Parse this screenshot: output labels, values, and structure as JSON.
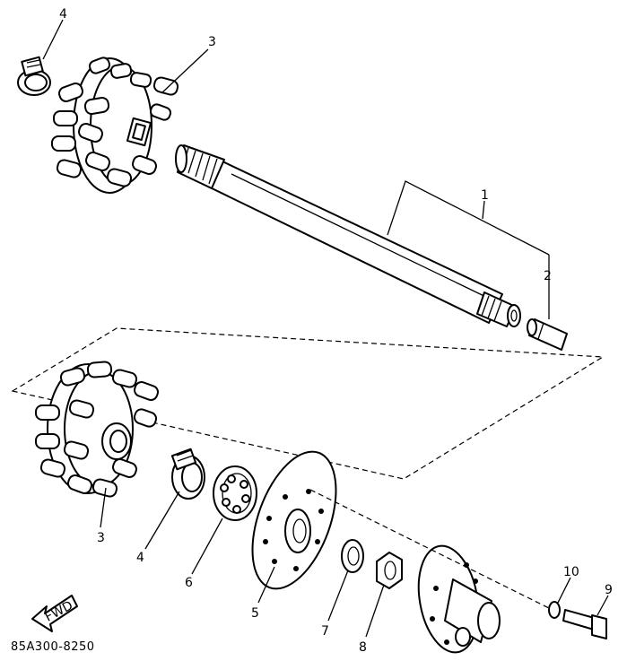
{
  "diagram": {
    "callouts": {
      "c1": "1",
      "c2": "2",
      "c3_top": "3",
      "c3_bottom": "3",
      "c4_top": "4",
      "c4_bottom": "4",
      "c5": "5",
      "c6": "6",
      "c7": "7",
      "c8": "8",
      "c9": "9",
      "c10": "10"
    },
    "direction_arrow": "FWD",
    "part_code": "85A300-8250",
    "colors": {
      "ink": "#000000",
      "paper": "#ffffff"
    }
  }
}
